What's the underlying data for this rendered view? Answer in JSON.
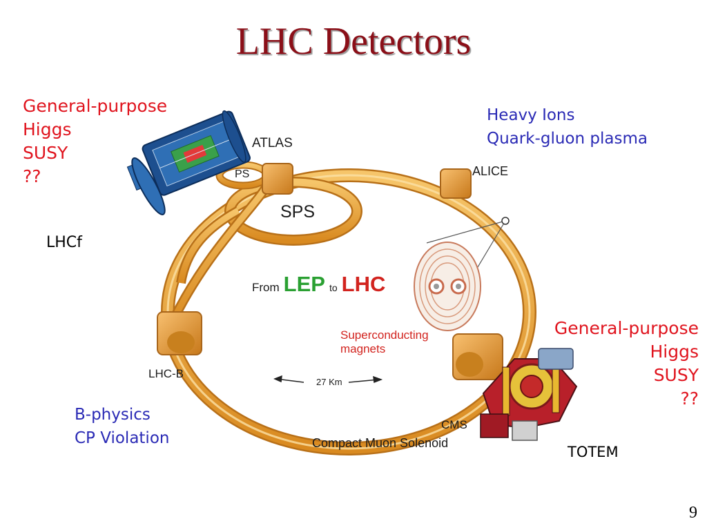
{
  "title": "LHC Detectors",
  "atlas_physics": [
    "General-purpose",
    "Higgs",
    "SUSY",
    "??"
  ],
  "alice_physics": [
    "Heavy Ions",
    "Quark-gluon plasma"
  ],
  "cms_physics": [
    "General-purpose",
    "Higgs",
    "SUSY",
    "??"
  ],
  "lhcb_physics": [
    "B-physics",
    "CP Violation"
  ],
  "extra_experiments": {
    "lhcf": "LHCf",
    "totem": "TOTEM"
  },
  "diagram": {
    "atlas": "ATLAS",
    "ps": "PS",
    "sps": "SPS",
    "alice": "ALICE",
    "lhcb": "LHC-B",
    "cms": "CMS",
    "cms_full": "Compact Muon Solenoid",
    "from_word": "From",
    "lep": "LEP",
    "to_word": "to",
    "lhc": "LHC",
    "magnets_line1": "Superconducting",
    "magnets_line2": "magnets",
    "distance": "27 Km"
  },
  "colors": {
    "title": "#8b0f18",
    "red_text": "#e0141e",
    "blue_text": "#2a2ab5",
    "ring": "#f0a83a",
    "lep": "#2aa032",
    "lhc": "#d2231e"
  },
  "page_number": "9"
}
